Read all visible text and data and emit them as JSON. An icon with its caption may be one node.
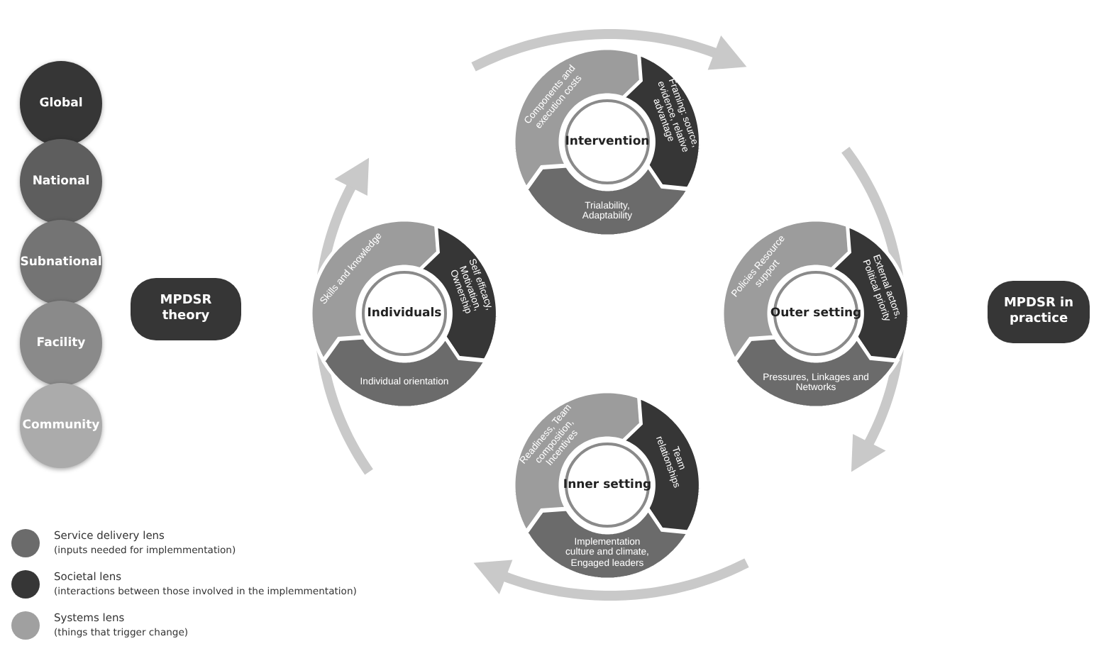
{
  "diagram": {
    "nodes": [
      {
        "text": [
          "Global"
        ]
      },
      {
        "text": [
          "National"
        ]
      },
      {
        "text": [
          "Subnational"
        ]
      },
      {
        "text": [
          "Facility"
        ]
      },
      {
        "text": [
          "Community"
        ]
      },
      {
        "text": [
          "MPDSR theory"
        ]
      },
      {
        "text": [
          "Intervention"
        ]
      },
      {
        "text": [
          "Components and execution costs"
        ]
      },
      {
        "text": [
          "Framing: source, evidence, relative advantage"
        ]
      },
      {
        "text": [
          "Trialability, Adaptability"
        ]
      },
      {
        "text": [
          "Individuals"
        ]
      },
      {
        "text": [
          "Skills and knowledge"
        ]
      },
      {
        "text": [
          "Self efficacy, Motivation, Ownership"
        ]
      },
      {
        "text": [
          "Individual orientation"
        ]
      },
      {
        "text": [
          "Outer setting"
        ]
      },
      {
        "text": [
          "Policies Resource support"
        ]
      },
      {
        "text": [
          "External actors, Political priority"
        ]
      },
      {
        "text": [
          "Pressures, Linkages and Networks"
        ]
      },
      {
        "text": [
          "Inner setting"
        ]
      },
      {
        "text": [
          "Readiness, Team composition, Incentives"
        ]
      },
      {
        "text": [
          "Team relationships"
        ]
      },
      {
        "text": [
          "Implementation culture and climate, Engaged leaders"
        ]
      },
      {
        "text": [
          "MPDSR in practice"
        ]
      }
    ],
    "legend": [
      {
        "text": "Service delivery lens (inputs needed for implemmentation)",
        "color": "#6b6b6b"
      },
      {
        "text": "Societal lens (interactions between those involved in the implemmentation)",
        "color": "#363636"
      },
      {
        "text": "Systems lens (things that trigger change)",
        "color": "#a0a0a0"
      }
    ]
  }
}
